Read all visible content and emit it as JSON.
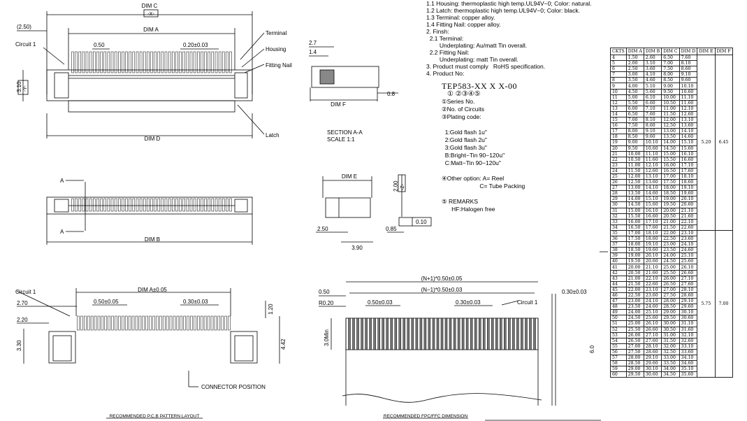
{
  "labels": {
    "dim_c": "DIM C",
    "x_box": "-X-",
    "p250": "(2.50)",
    "dim_a": "DIM A",
    "circuit1_top": "Circuit 1",
    "p050_top": "0.50",
    "p020": "0.20±0.03",
    "terminal": "Terminal",
    "housing": "Housing",
    "fitting_nail": "Fitting Nail",
    "p310_top": "3.10",
    "y_box": "-Y-",
    "dim_d": "DIM D",
    "latch": "Latch",
    "p27": "2.7",
    "p14": "1.4",
    "p08": "0.8",
    "dim_f": "DIM F",
    "section": "SECTION A-A",
    "scale": "SCALE    1:1",
    "a_top": "A",
    "a_bottom": "A",
    "dim_b": "DIM B",
    "dim_e": "DIM E",
    "p200": "2.00",
    "z_box": "-Z-",
    "p010": "0.10",
    "p250b": "2.50",
    "p085": "0.85",
    "p390": "3.90",
    "circuit1_pcb": "Circuit 1",
    "dim_a_tol": "DIM A±0.05",
    "p270": "2.70",
    "p050_05": "0.50±0.05",
    "p030_03_pcb": "0.30±0.03",
    "p120": "1.20",
    "p220": "2.20",
    "p330": "3.30",
    "p442": "4.42",
    "connector_position": "CONNECTOR POSITION",
    "pcb_title": "RECOMMENDED P.C.B PATTERN LAYOUT",
    "n1_plus": "(N+1)*0.50±0.05",
    "n1_minus": "(N−1)*0.50±0.03",
    "p050_fpc": "0.50",
    "r020": "R0.20",
    "p050_03": "0.50±0.03",
    "p030_03_fpc": "0.30±0.03",
    "circuit1_fpc": "Circuit 1",
    "p030_03_side": "0.30±0.03",
    "p30min": "3.0Min",
    "p60": "6.0",
    "fpc_title": "RECOMMENDED FPC/FFC DIMENSION"
  },
  "notes": [
    "1.1 Housing: thermoplastic high temp.UL94V−0; Color: natural.",
    "1.2 Latch: thermoplastic high temp.UL94V−0; Color: black.",
    "1.3 Terminal: copper alloy.",
    "1.4 Fitting Nail: copper alloy.",
    "2. Finsh:",
    "  2.1 Terminal:",
    "        Underplating: Au/matt Tin overall.",
    "  2.2 Fitting Nail:",
    "        Underplating: matt Tin overall.",
    "3. Product must comply   RoHS specification.",
    "4. Product No:"
  ],
  "product": {
    "part_number": "TEP583-XX X X-00",
    "digits": "①  ②③④⑤",
    "lines": [
      "①Series No.",
      "②No. of Circuits",
      "③Plating code:",
      "",
      "  1:Gold flash 1u\"",
      "  2:Gold flash 2u\"",
      "  3:Gold flash 3u\"",
      "  B:Bright−Tin 90−120u\"",
      "  C:Matt−Tin 90−120u\"",
      "",
      "④Other option: A= Reel",
      "                       C= Tube Packing",
      "",
      "⑤ REMARKS",
      "      HF:Halogen free"
    ]
  },
  "table": {
    "headers": [
      "CKTS",
      "DIM A",
      "DIM B",
      "DIM C",
      "DIM D",
      "DIM E",
      "DIM F"
    ],
    "group1": {
      "e": "5.20",
      "f": "6.45"
    },
    "group2": {
      "e": "5.75",
      "f": "7.00"
    },
    "rows": [
      [
        "4",
        "1.50",
        "2.60",
        "6.50",
        "7.60"
      ],
      [
        "5",
        "2.00",
        "3.10",
        "7.00",
        "8.10"
      ],
      [
        "6",
        "2.50",
        "3.60",
        "7.50",
        "8.60"
      ],
      [
        "7",
        "3.00",
        "4.10",
        "8.00",
        "9.10"
      ],
      [
        "8",
        "3.50",
        "4.60",
        "8.50",
        "9.60"
      ],
      [
        "9",
        "4.00",
        "5.10",
        "9.00",
        "10.10"
      ],
      [
        "10",
        "4.50",
        "5.60",
        "9.50",
        "10.60"
      ],
      [
        "11",
        "5.00",
        "6.10",
        "10.00",
        "11.10"
      ],
      [
        "12",
        "5.50",
        "6.60",
        "10.50",
        "11.60"
      ],
      [
        "13",
        "6.00",
        "7.10",
        "11.00",
        "12.10"
      ],
      [
        "14",
        "6.50",
        "7.60",
        "11.50",
        "12.60"
      ],
      [
        "15",
        "7.00",
        "8.10",
        "12.00",
        "13.10"
      ],
      [
        "16",
        "7.50",
        "8.60",
        "12.50",
        "13.60"
      ],
      [
        "17",
        "8.00",
        "9.10",
        "13.00",
        "14.10"
      ],
      [
        "18",
        "8.50",
        "9.60",
        "13.50",
        "14.60"
      ],
      [
        "19",
        "9.00",
        "10.10",
        "14.00",
        "15.10"
      ],
      [
        "20",
        "9.50",
        "10.60",
        "14.50",
        "15.60"
      ],
      [
        "21",
        "10.00",
        "11.10",
        "15.00",
        "16.10"
      ],
      [
        "22",
        "10.50",
        "11.60",
        "15.50",
        "16.60"
      ],
      [
        "23",
        "11.00",
        "12.10",
        "16.00",
        "17.10"
      ],
      [
        "24",
        "11.50",
        "12.60",
        "16.50",
        "17.60"
      ],
      [
        "25",
        "12.00",
        "13.10",
        "17.00",
        "18.10"
      ],
      [
        "26",
        "12.50",
        "13.60",
        "17.50",
        "18.60"
      ],
      [
        "27",
        "13.00",
        "14.10",
        "18.00",
        "19.10"
      ],
      [
        "28",
        "13.50",
        "14.60",
        "18.50",
        "19.60"
      ],
      [
        "29",
        "14.00",
        "15.10",
        "19.00",
        "20.10"
      ],
      [
        "30",
        "14.50",
        "15.60",
        "19.50",
        "20.60"
      ],
      [
        "31",
        "15.00",
        "16.10",
        "20.00",
        "21.10"
      ],
      [
        "32",
        "15.50",
        "16.60",
        "20.50",
        "21.60"
      ],
      [
        "33",
        "16.00",
        "17.10",
        "21.00",
        "22.10"
      ],
      [
        "34",
        "16.50",
        "17.60",
        "21.50",
        "22.60"
      ],
      [
        "35",
        "17.00",
        "18.10",
        "22.00",
        "23.10"
      ],
      [
        "36",
        "17.50",
        "18.60",
        "22.50",
        "23.60"
      ],
      [
        "37",
        "18.00",
        "19.10",
        "23.00",
        "24.10"
      ],
      [
        "38",
        "18.50",
        "19.60",
        "23.50",
        "24.60"
      ],
      [
        "39",
        "19.00",
        "20.10",
        "24.00",
        "25.10"
      ],
      [
        "40",
        "19.50",
        "20.60",
        "24.50",
        "25.60"
      ],
      [
        "41",
        "20.00",
        "21.10",
        "25.00",
        "26.10"
      ],
      [
        "42",
        "20.50",
        "21.60",
        "25.50",
        "26.60"
      ],
      [
        "43",
        "21.00",
        "22.10",
        "26.00",
        "27.10"
      ],
      [
        "44",
        "21.50",
        "22.60",
        "26.50",
        "27.60"
      ],
      [
        "45",
        "22.00",
        "23.10",
        "27.00",
        "28.10"
      ],
      [
        "46",
        "22.50",
        "23.60",
        "27.50",
        "28.60"
      ],
      [
        "47",
        "23.00",
        "24.10",
        "28.00",
        "29.10"
      ],
      [
        "48",
        "23.50",
        "24.60",
        "28.50",
        "29.60"
      ],
      [
        "49",
        "24.00",
        "25.10",
        "29.00",
        "30.10"
      ],
      [
        "50",
        "24.50",
        "25.60",
        "29.50",
        "30.60"
      ],
      [
        "51",
        "25.00",
        "26.10",
        "30.00",
        "31.10"
      ],
      [
        "52",
        "25.50",
        "26.60",
        "30.50",
        "31.60"
      ],
      [
        "53",
        "26.00",
        "27.10",
        "31.00",
        "32.10"
      ],
      [
        "54",
        "26.50",
        "27.60",
        "31.50",
        "32.60"
      ],
      [
        "55",
        "27.00",
        "28.10",
        "32.00",
        "33.10"
      ],
      [
        "56",
        "27.50",
        "28.60",
        "32.50",
        "33.60"
      ],
      [
        "57",
        "28.00",
        "29.10",
        "33.00",
        "34.10"
      ],
      [
        "58",
        "28.50",
        "29.60",
        "33.50",
        "34.60"
      ],
      [
        "59",
        "29.00",
        "30.10",
        "34.00",
        "35.10"
      ],
      [
        "60",
        "29.50",
        "30.60",
        "34.50",
        "35.60"
      ]
    ]
  }
}
